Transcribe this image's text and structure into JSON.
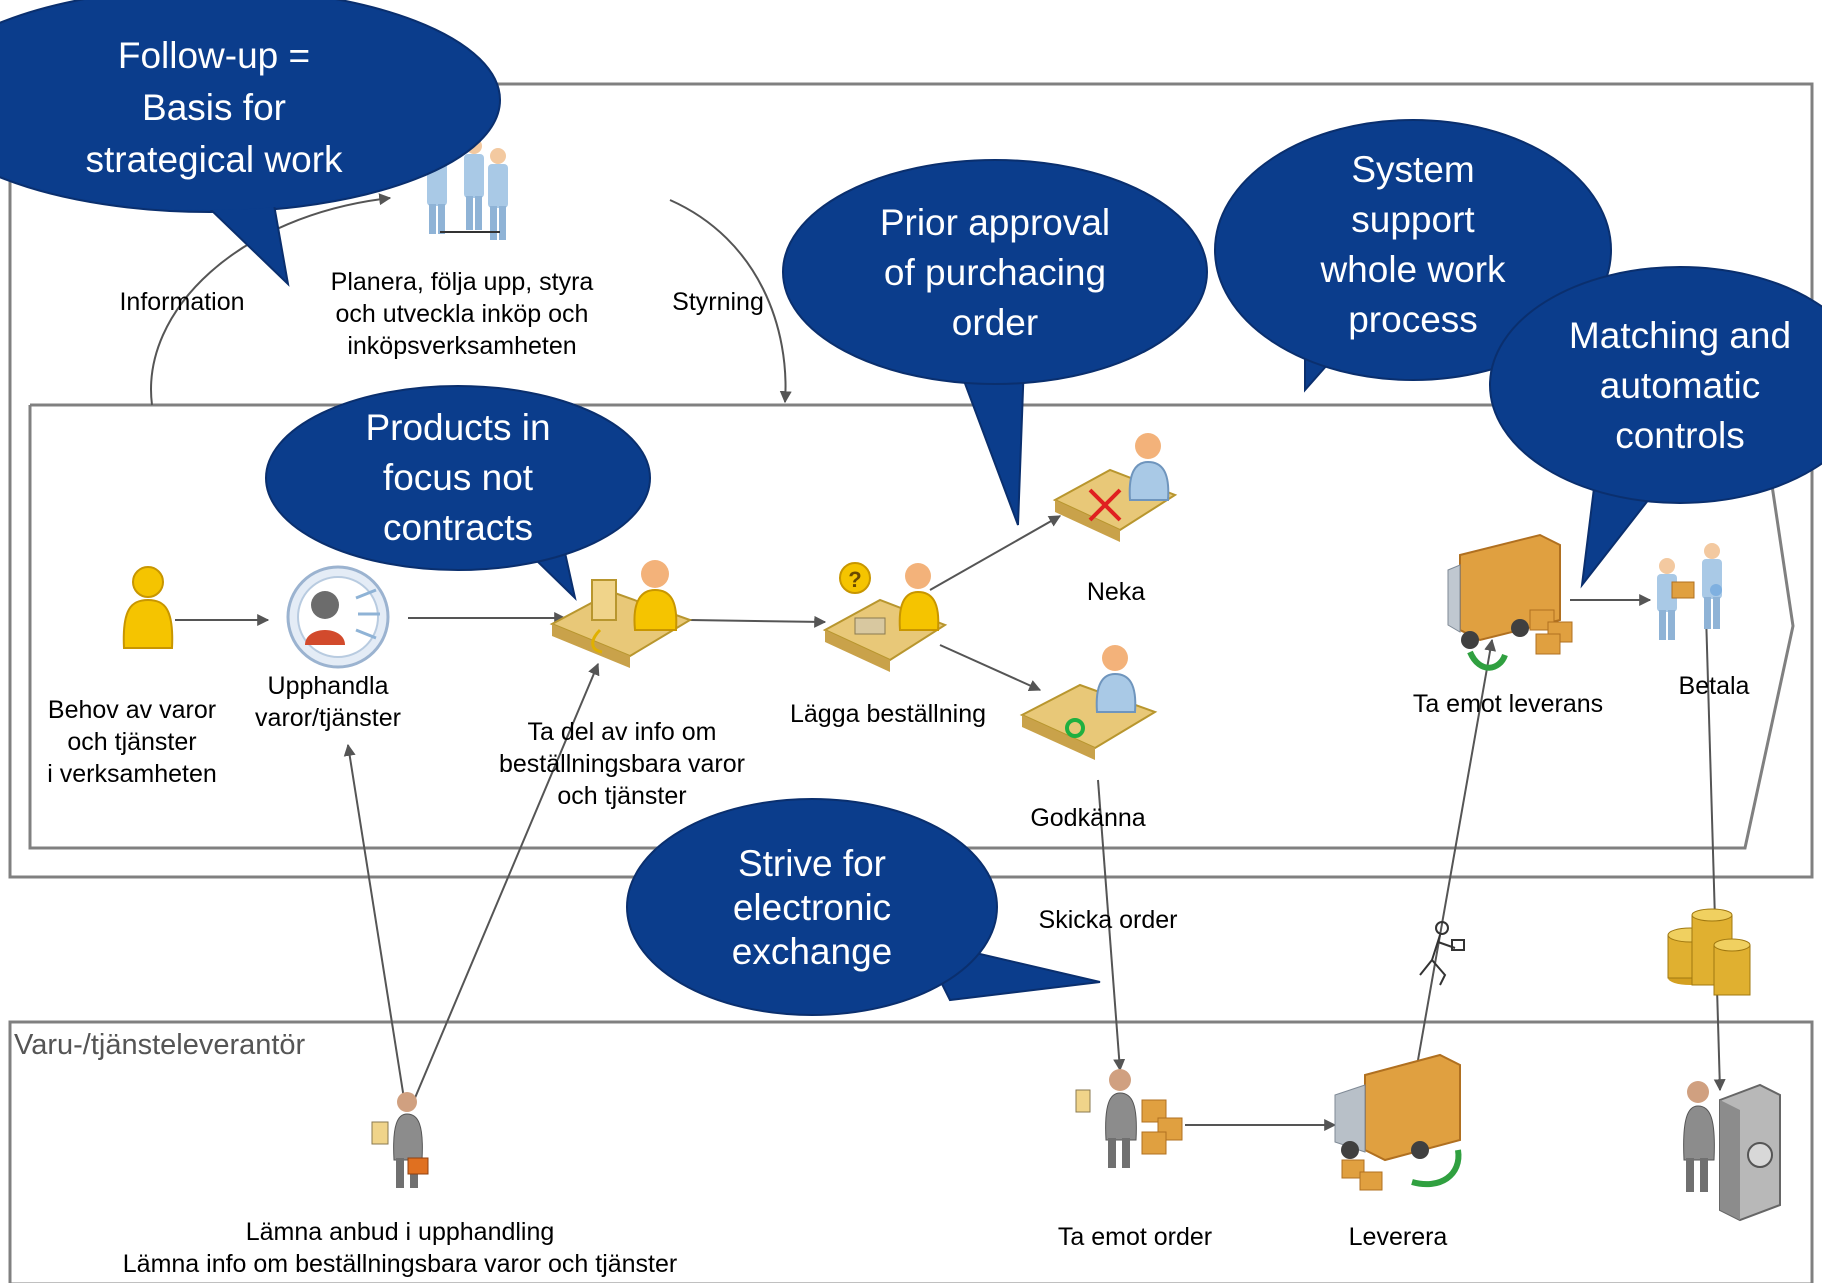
{
  "lanes": {
    "supplier_label": "Varu-/tjänsteleverantör"
  },
  "edges": {
    "information": "Information",
    "styrning": "Styrning",
    "skicka_order": "Skicka order"
  },
  "nodes": {
    "planera": [
      "Planera, följa upp, styra",
      "och utveckla inköp och",
      "inköpsverksamheten"
    ],
    "behov": [
      "Behov av varor",
      "och tjänster",
      "i verksamheten"
    ],
    "upphandla": [
      "Upphandla",
      "varor/tjänster"
    ],
    "ta_del": [
      "Ta del av info om",
      "beställningsbara varor",
      "och tjänster"
    ],
    "lagga": [
      "Lägga beställning"
    ],
    "neka": [
      "Neka"
    ],
    "godkanna": [
      "Godkänna"
    ],
    "ta_emot_leverans": [
      "Ta emot leverans"
    ],
    "betala": [
      "Betala"
    ],
    "lamna_anbud": [
      "Lämna anbud i upphandling",
      "Lämna info om beställningsbara varor och tjänster"
    ],
    "ta_emot_order": [
      "Ta  emot order"
    ],
    "leverera": [
      "Leverera"
    ]
  },
  "bubbles": {
    "follow_up": [
      "Follow-up =",
      "Basis for",
      "strategical work"
    ],
    "products": [
      "Products in",
      "focus not",
      "contracts"
    ],
    "prior_approval": [
      "Prior approval",
      "of purchacing",
      "order"
    ],
    "system_support": [
      "System",
      "support",
      "whole work",
      "process"
    ],
    "matching": [
      "Matching and",
      "automatic",
      "controls"
    ],
    "strive": [
      "Strive for",
      "electronic",
      "exchange"
    ]
  },
  "colors": {
    "bubble": "#0b3d8c",
    "frame": "#808080",
    "person_yellow": "#f5c400",
    "person_blue": "#a9c9e6",
    "person_grey": "#8c8c8c",
    "desk": "#e8c878",
    "box": "#e0a040",
    "coins": "#d4a020"
  }
}
